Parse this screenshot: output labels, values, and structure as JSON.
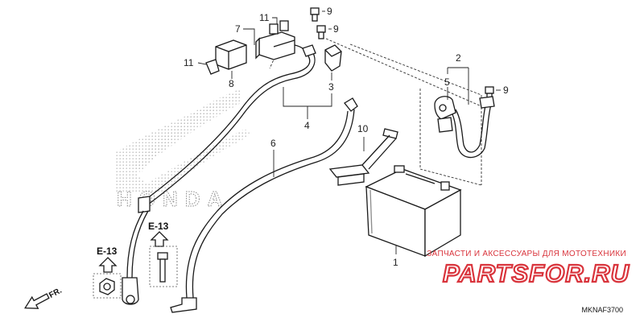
{
  "brand": {
    "text": "HONDA"
  },
  "callouts": {
    "c1": "1",
    "c2": "2",
    "c3": "3",
    "c4": "4",
    "c5": "5",
    "c6": "6",
    "c7": "7",
    "c8": "8",
    "c9a": "9",
    "c9b": "9",
    "c9c": "9",
    "c10": "10",
    "c11a": "11",
    "c11b": "11"
  },
  "refs": {
    "left": "E-13",
    "right": "E-13"
  },
  "direction": {
    "label": "FR."
  },
  "watermark": {
    "tagline": "ЗАПЧАСТИ И АКСЕССУАРЫ ДЛЯ МОТОТЕХНИКИ",
    "logo": "PARTSFOR.RU",
    "color": "#d9343c"
  },
  "figure_code": "MKNAF3700"
}
